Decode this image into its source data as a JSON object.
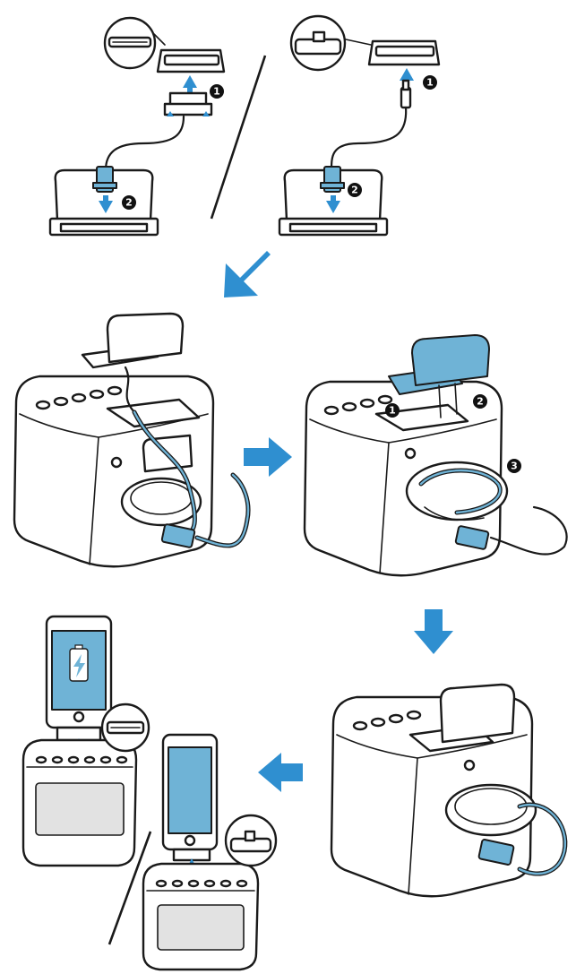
{
  "colors": {
    "accent_blue": "#2f8fd0",
    "part_blue": "#6fb3d6",
    "outline": "#1a1a1a",
    "background": "#ffffff"
  },
  "step_labels": {
    "top_left_1": "1",
    "top_left_2": "2",
    "top_right_1": "1",
    "top_right_2": "2",
    "mid_right_1": "1",
    "mid_right_2": "2",
    "mid_right_3": "3"
  },
  "icons": [
    "arrow-right-icon",
    "arrow-down-icon",
    "arrow-left-icon",
    "arrow-down-left-icon",
    "battery-charging-icon"
  ]
}
